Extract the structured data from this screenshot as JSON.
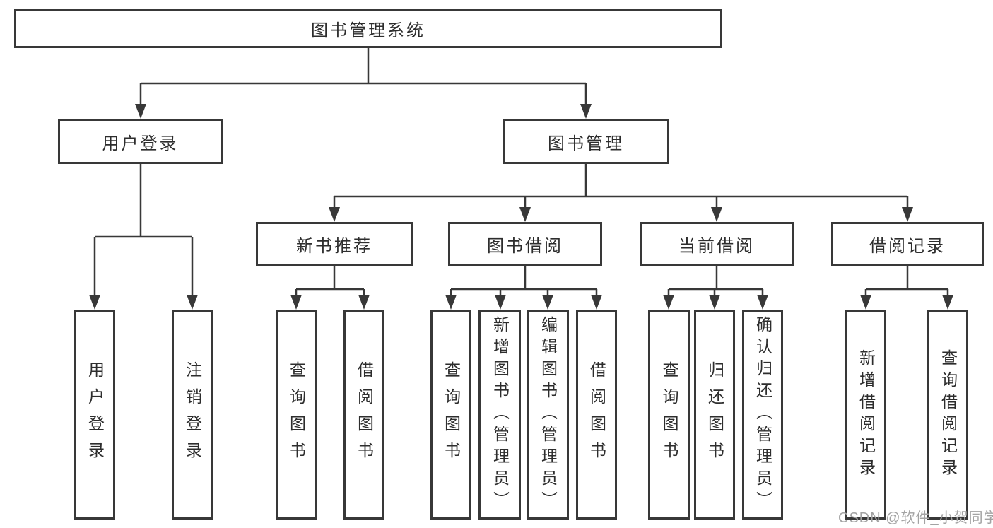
{
  "diagram_title": "图书管理系统",
  "tree": {
    "label": "图书管理系统",
    "children": [
      {
        "label": "用户登录",
        "children": [
          {
            "label": "用户登录"
          },
          {
            "label": "注销登录"
          }
        ]
      },
      {
        "label": "图书管理",
        "children": [
          {
            "label": "新书推荐",
            "children": [
              {
                "label": "查询图书"
              },
              {
                "label": "借阅图书"
              }
            ]
          },
          {
            "label": "图书借阅",
            "children": [
              {
                "label": "查询图书"
              },
              {
                "label": "新增图书（管理员）"
              },
              {
                "label": "编辑图书（管理员）"
              },
              {
                "label": "借阅图书"
              }
            ]
          },
          {
            "label": "当前借阅",
            "children": [
              {
                "label": "查询图书"
              },
              {
                "label": "归还图书"
              },
              {
                "label": "确认归还（管理员）"
              }
            ]
          },
          {
            "label": "借阅记录",
            "children": [
              {
                "label": "新增借阅记录"
              },
              {
                "label": "查询借阅记录"
              }
            ]
          }
        ]
      }
    ]
  },
  "watermark": {
    "text": "CSDN @软件_小贺同学"
  },
  "colors": {
    "line": "#383838",
    "text": "#2d2d2d",
    "background": "#ffffff",
    "watermark": "#a3a3a3"
  }
}
